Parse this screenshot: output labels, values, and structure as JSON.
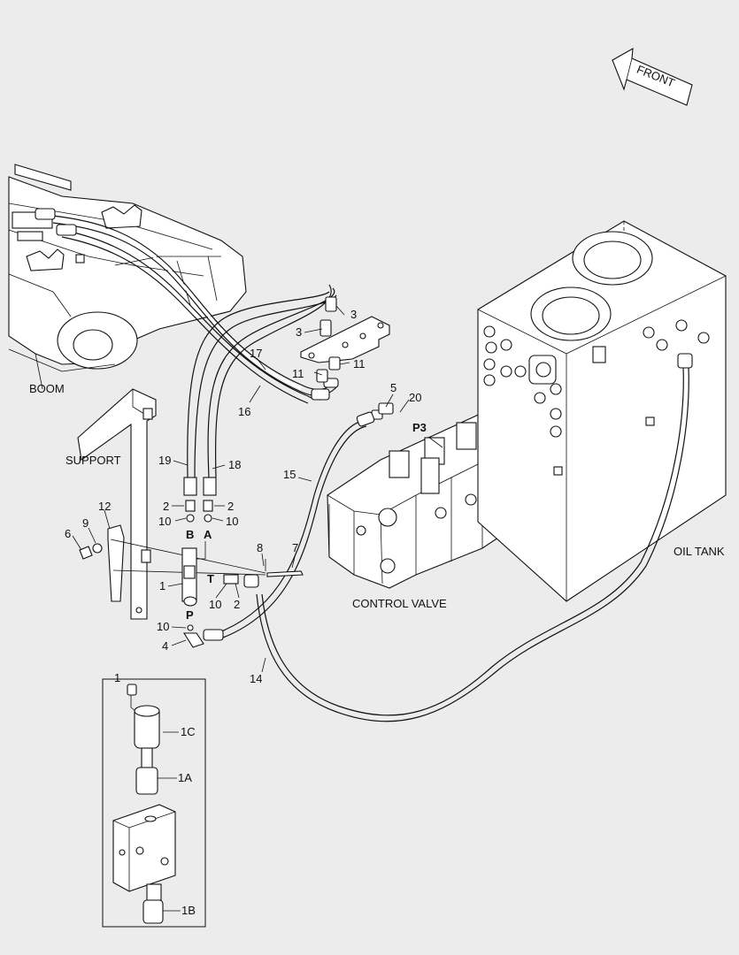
{
  "labels": {
    "front": "FRONT",
    "boom": "BOOM",
    "support": "SUPPORT",
    "control_valve": "CONTROL VALVE",
    "oil_tank": "OIL TANK",
    "port_b": "B",
    "port_a": "A",
    "port_t": "T",
    "port_p": "P",
    "port_p3": "P3"
  },
  "callouts": {
    "c3a": "3",
    "c3b": "3",
    "c17": "17",
    "c16": "16",
    "c11a": "11",
    "c11b": "11",
    "c5": "5",
    "c20": "20",
    "c19": "19",
    "c18": "18",
    "c15": "15",
    "c2a": "2",
    "c2b": "2",
    "c2c": "2",
    "c10a": "10",
    "c10b": "10",
    "c10c": "10",
    "c10d": "10",
    "c12": "12",
    "c9": "9",
    "c6": "6",
    "c8": "8",
    "c7": "7",
    "c1": "1",
    "c4": "4",
    "c14": "14",
    "detail_1": "1",
    "c1C": "1C",
    "c1A": "1A",
    "c1B": "1B"
  }
}
